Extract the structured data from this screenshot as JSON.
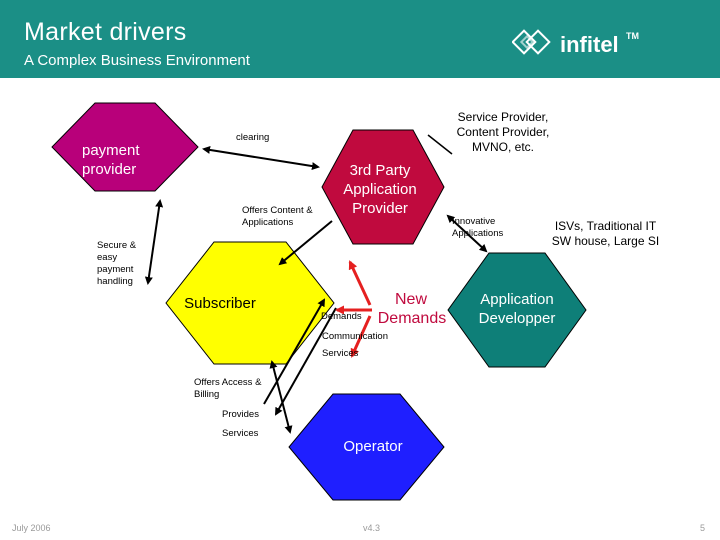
{
  "header": {
    "title": "Market drivers",
    "subtitle": "A Complex Business Environment",
    "logo_text": "infitel",
    "logo_tm": "TM",
    "logo_icon": "infitel-logo-icon"
  },
  "nodes": {
    "payment_provider": "payment\nprovider",
    "third_party": "3rd Party\nApplication\nProvider",
    "subscriber": "Subscriber",
    "operator": "Operator",
    "app_developer": "Application\nDevelopper",
    "new_demands_line1": "New",
    "new_demands_line2": "Demands"
  },
  "labels": {
    "clearing": "clearing",
    "offers_content": "Offers Content &\nApplications",
    "secure_payment": "Secure &\neasy\npayment\nhandling",
    "service_provider": "Service Provider,\nContent Provider,\nMVNO, etc.",
    "innovative_apps": "Innovative\nApplications",
    "isvs": "ISVs, Traditional IT\nSW house, Large SI",
    "demands": "Demands",
    "communication": "Communication",
    "services": "Services",
    "offers_access": "Offers Access &\nBilling",
    "provides": "Provides",
    "services2": "Services"
  },
  "footer": {
    "date": "July 2006",
    "version": "v4.3",
    "page": "5"
  },
  "colors": {
    "header_bg": "#1b8f86",
    "payment_provider": "#b8007a",
    "third_party": "#c00a3e",
    "subscriber": "#ffff00",
    "operator": "#1f1fff",
    "app_developer": "#0e7f78",
    "arrow_red": "#e52020"
  }
}
